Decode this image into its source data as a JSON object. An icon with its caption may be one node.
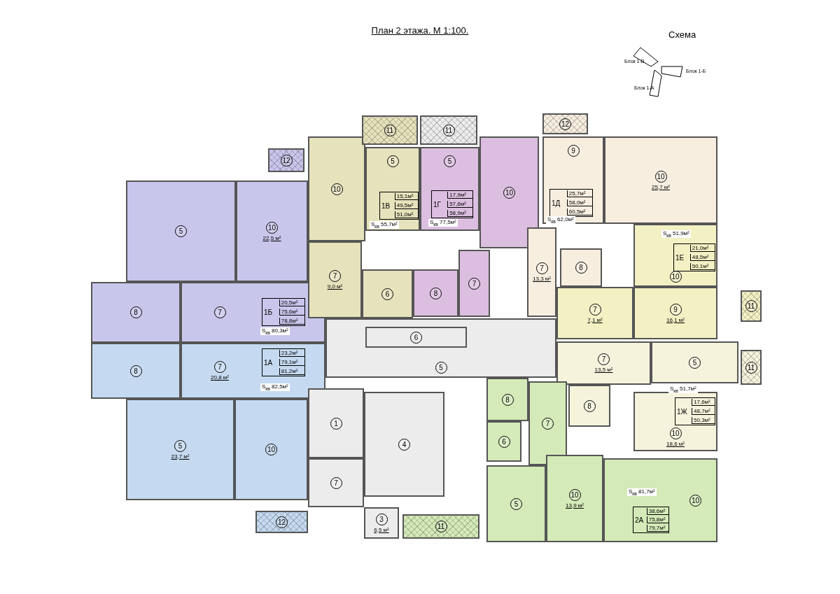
{
  "diagram": {
    "title": "План 2 этажа. М 1:100.",
    "nodes": [
      {
        "text": [
          "5"
        ]
      },
      {
        "text": [
          "10",
          "22,5 м²"
        ]
      },
      {
        "text": [
          "8"
        ]
      },
      {
        "text": [
          "7"
        ]
      },
      {
        "text": [
          "20,5м²",
          "1Б",
          "75,6м²",
          "78,8м²"
        ],
        "in": 3
      },
      {
        "text": [
          "8"
        ]
      },
      {
        "text": [
          "7",
          "20,8 м²"
        ]
      },
      {
        "text": [
          "23,2м²",
          "1А",
          "79,1м²",
          "81,2м²"
        ],
        "in": 6
      },
      {
        "text": [
          "5",
          "23,7 м²"
        ]
      },
      {
        "text": [
          "10"
        ]
      },
      {
        "text": [
          "12"
        ]
      },
      {
        "text": [
          "12"
        ]
      },
      {
        "text": [
          "10"
        ]
      },
      {
        "text": [
          "5"
        ]
      },
      {
        "text": [
          "15,1м²",
          "1В",
          "49,5м²",
          "51,0м²"
        ],
        "in": 13
      },
      {
        "text": [
          "7",
          "9,0 м²"
        ]
      },
      {
        "text": [
          "6"
        ]
      },
      {
        "text": [
          "11"
        ]
      },
      {
        "text": [
          "11"
        ]
      },
      {
        "text": [
          "5"
        ]
      },
      {
        "text": [
          "17,9м²",
          "1Г",
          "57,6м²",
          "58,9м²"
        ],
        "in": 19
      },
      {
        "text": [
          "10"
        ]
      },
      {
        "text": [
          "8"
        ]
      },
      {
        "text": [
          "7"
        ]
      },
      {
        "text": [
          "9"
        ]
      },
      {
        "text": [
          "25,7м²",
          "1Д",
          "58,0м²",
          "60,5м²"
        ],
        "in": 24
      },
      {
        "text": [
          "10",
          "25,7 м²"
        ]
      },
      {
        "text": [
          "12"
        ]
      },
      {
        "text": [
          "7",
          "13,3 м²"
        ]
      },
      {
        "text": [
          "8"
        ]
      },
      {
        "text": [
          "10"
        ]
      },
      {
        "text": [
          "21,0м²",
          "1Е",
          "48,5м²",
          "50,1м²"
        ],
        "in": 30
      },
      {
        "text": [
          "7",
          "7,1 м²"
        ]
      },
      {
        "text": [
          "9",
          "16,1 м²"
        ]
      },
      {
        "text": [
          "11"
        ]
      },
      {
        "text": [
          "7",
          "13,5 м²"
        ]
      },
      {
        "text": [
          "8"
        ]
      },
      {
        "text": [
          "5"
        ]
      },
      {
        "text": [
          "10",
          "18,6 м²"
        ]
      },
      {
        "text": [
          "17,6м²",
          "1Ж",
          "48,7м²",
          "50,3м²"
        ],
        "in": 38
      },
      {
        "text": [
          "11"
        ]
      },
      {
        "text": [
          "8"
        ]
      },
      {
        "text": [
          "7"
        ]
      },
      {
        "text": [
          "6"
        ]
      },
      {
        "text": [
          "5"
        ]
      },
      {
        "text": [
          "10",
          "13,9 м²"
        ]
      },
      {
        "text": [
          "10"
        ]
      },
      {
        "text": [
          "38,6м²",
          "2А",
          "75,8м²",
          "79,7м²"
        ],
        "in": 46
      },
      {
        "text": [
          "5"
        ]
      },
      {
        "text": [
          "6"
        ],
        "in": 48
      },
      {
        "text": [
          "1"
        ]
      },
      {
        "text": [
          "4"
        ]
      },
      {
        "text": [
          "7"
        ]
      },
      {
        "text": [
          "3",
          "6,5 м²"
        ]
      },
      {
        "text": [
          "11"
        ]
      }
    ],
    "labels": [
      "Схема",
      "Блок 1-В",
      "Блок 1-Б",
      "Блок 1-А",
      "S$_{кв}$ 80,3м²",
      "S$_{кв}$ 82,5м²",
      "S$_{кв}$ 55,7м²",
      "S$_{кв}$ 77,5м²",
      "S$_{кв}$ 62,0м²",
      "S$_{кв}$ 51,9м²",
      "S$_{кв}$ 51,7м²",
      "S$_{кв}$ 81,7м²"
    ]
  }
}
